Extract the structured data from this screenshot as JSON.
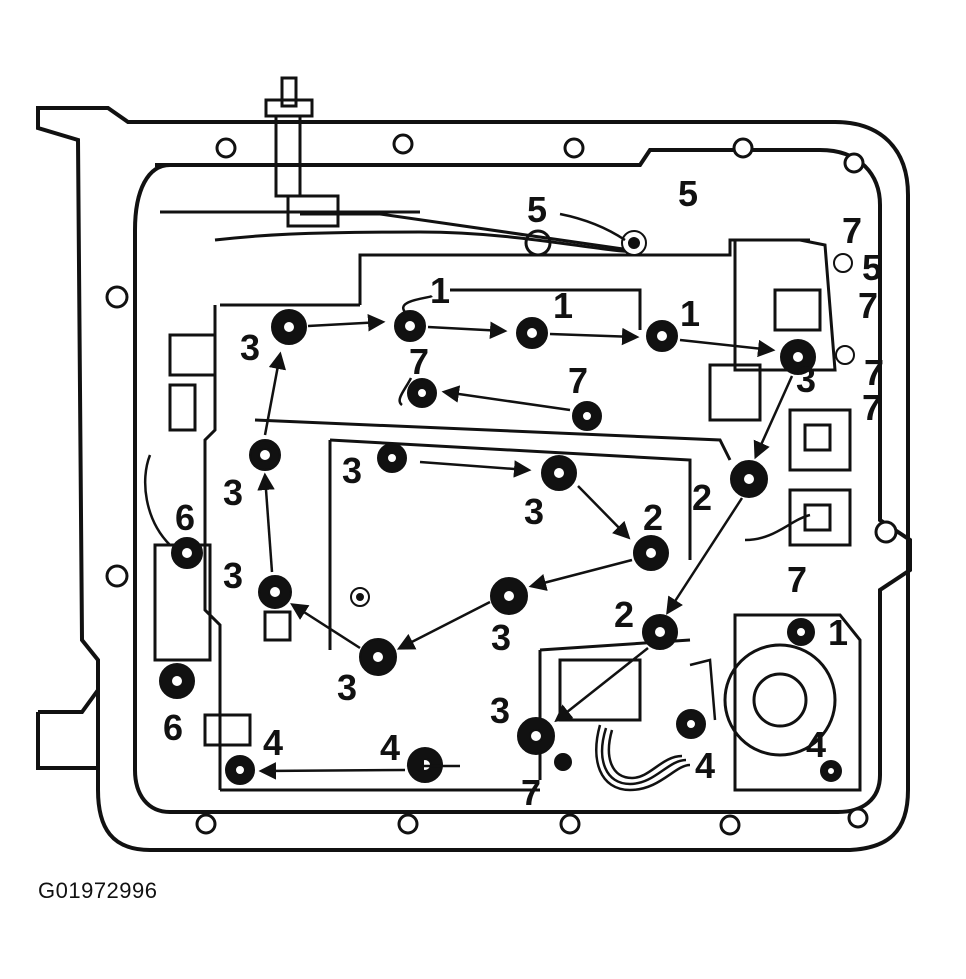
{
  "diagram": {
    "callouts": [
      {
        "id": "c5a",
        "label": "5"
      },
      {
        "id": "c5b",
        "label": "5"
      },
      {
        "id": "c5c",
        "label": "5"
      },
      {
        "id": "c7a",
        "label": "7"
      },
      {
        "id": "c7b",
        "label": "7"
      },
      {
        "id": "c7c",
        "label": "7"
      },
      {
        "id": "c7d",
        "label": "7"
      },
      {
        "id": "c7e",
        "label": "7"
      },
      {
        "id": "c7f",
        "label": "7"
      },
      {
        "id": "c7g",
        "label": "7"
      },
      {
        "id": "c1a",
        "label": "1"
      },
      {
        "id": "c1b",
        "label": "1"
      },
      {
        "id": "c1c",
        "label": "1"
      },
      {
        "id": "c1d",
        "label": "1"
      },
      {
        "id": "c3a",
        "label": "3"
      },
      {
        "id": "c3b",
        "label": "3"
      },
      {
        "id": "c3c",
        "label": "3"
      },
      {
        "id": "c3d",
        "label": "3"
      },
      {
        "id": "c3e",
        "label": "3"
      },
      {
        "id": "c3f",
        "label": "3"
      },
      {
        "id": "c3g",
        "label": "3"
      },
      {
        "id": "c3h",
        "label": "3"
      },
      {
        "id": "c3i",
        "label": "3"
      },
      {
        "id": "c2a",
        "label": "2"
      },
      {
        "id": "c2b",
        "label": "2"
      },
      {
        "id": "c2c",
        "label": "2"
      },
      {
        "id": "c6a",
        "label": "6"
      },
      {
        "id": "c6b",
        "label": "6"
      },
      {
        "id": "c4a",
        "label": "4"
      },
      {
        "id": "c4b",
        "label": "4"
      },
      {
        "id": "c4c",
        "label": "4"
      },
      {
        "id": "c4d",
        "label": "4"
      }
    ]
  },
  "caption": "G01972996"
}
